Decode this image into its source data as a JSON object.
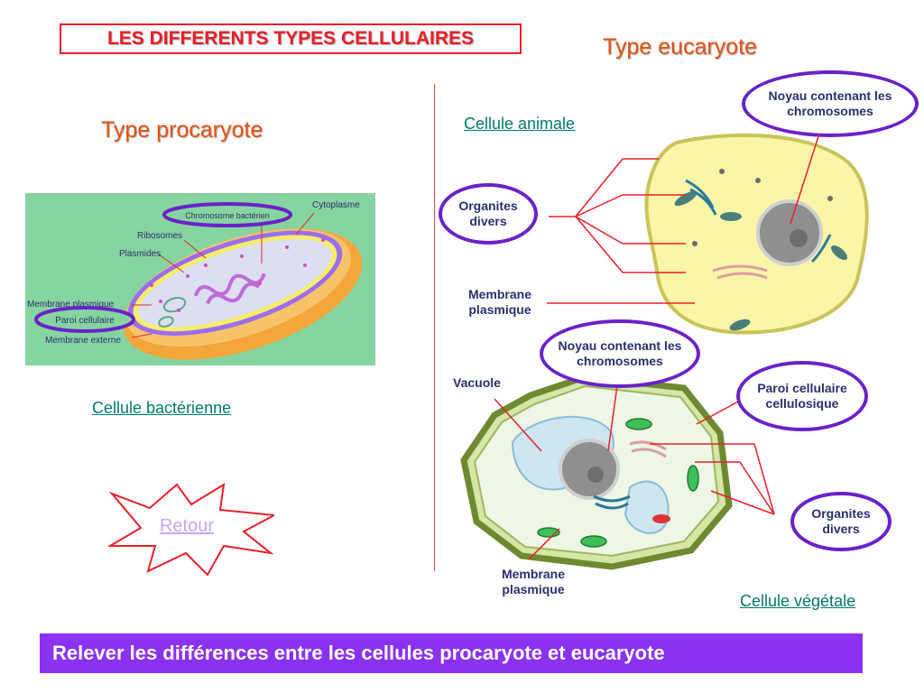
{
  "title": "LES DIFFERENTS TYPES CELLULAIRES",
  "procaryote": {
    "heading": "Type procaryote",
    "diagram_labels": {
      "chromosome": "Chromosome bactérien",
      "cytoplasme": "Cytoplasme",
      "ribosomes": "Ribosomes",
      "plasmides": "Plasmides",
      "membrane_plasmique": "Membrane plasmique",
      "paroi": "Paroi cellulaire",
      "membrane_externe": "Membrane externe"
    },
    "link": "Cellule bactérienne"
  },
  "eucaryote": {
    "heading": "Type eucaryote",
    "animal_link": "Cellule animale",
    "vegetal_link": "Cellule végétale",
    "noyau_animal": "Noyau contenant les chromosomes",
    "organites_animal": "Organites divers",
    "membrane_animal": "Membrane plasmique",
    "noyau_vegetal": "Noyau contenant les chromosomes",
    "vacuole": "Vacuole",
    "paroi_vegetal": "Paroi cellulaire cellulosique",
    "organites_vegetal": "Organites divers",
    "membrane_vegetal": "Membrane plasmique"
  },
  "retour": "Retour",
  "footer": "Relever les différences entre les cellules procaryote et eucaryote",
  "colors": {
    "title_red": "#e8202a",
    "heading_orange": "#e55313",
    "oval_purple": "#6b21c8",
    "banner_purple": "#8b32f0",
    "link_teal": "#00796b"
  }
}
